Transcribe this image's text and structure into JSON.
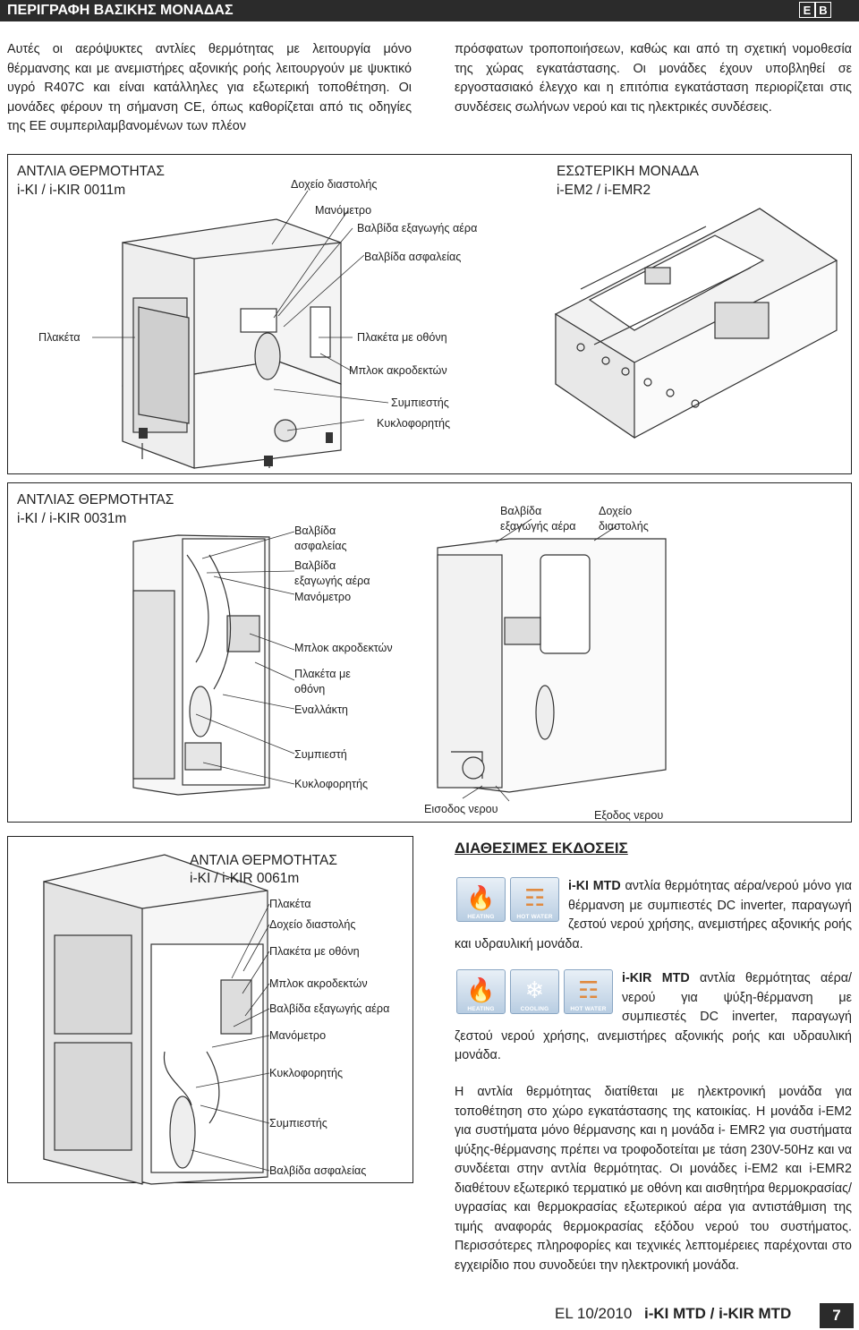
{
  "header": {
    "title": "ΠΕΡΙΓΡΑΦΗ ΒΑΣΙΚΗΣ ΜΟΝΑΔΑΣ",
    "lang_badges": [
      "E",
      "B"
    ]
  },
  "intro": {
    "col1": "Αυτές οι αερόψυκτες αντλίες θερμότητας με λειτουργία μόνο θέρμανσης και με ανεμιστήρες αξονικής ροής λειτουργούν με ψυκτικό υγρό R407C και είναι κατάλληλες για εξωτερική τοποθέτηση. Οι μονάδες φέρουν τη σήμανση CE, όπως καθορίζεται από τις οδηγίες της ΕΕ συμπεριλαμβανομένων των πλέον",
    "col2": "πρόσφατων τροποποιήσεων, καθώς και από τη σχετική νομοθεσία της χώρας εγκατάστασης. Οι μονάδες έχουν υποβληθεί σε εργοστασιακό έλεγχο και η επιτόπια εγκατάσταση περιορίζεται στις συνδέσεις σωλήνων νερού και τις ηλεκτρικές συνδέσεις."
  },
  "section1": {
    "title": "ΑΝΤΛΙΑ ΘΕΡΜΟΤΗΤΑΣ",
    "model": "i-KI / i-KIR 0011m",
    "labels": {
      "expansion_tank": "Δοχείο διαστολής",
      "manometer": "Μανόμετρο",
      "air_vent_valve": "Βαλβίδα εξαγωγής αέρα",
      "safety_valve": "Βαλβίδα ασφαλείας",
      "board": "Πλακέτα",
      "board_display": "Πλακέτα με οθόνη",
      "terminal_block": "Μπλοκ ακροδεκτών",
      "compressor": "Συμπιεστής",
      "circulator": "Κυκλοφορητής"
    },
    "indoor": {
      "title": "ΕΣΩΤΕΡΙΚΗ ΜΟΝΑΔΑ",
      "model": "i-EM2 / i-EMR2"
    }
  },
  "section2": {
    "title": "ΑΝΤΛΙΑΣ ΘΕΡΜΟΤΗΤΑΣ",
    "model": "i-KI / i-KIR 0031m",
    "labels": {
      "safety_valve": "Βαλβίδα ασφαλείας",
      "air_vent_valve": "Βαλβίδα εξαγωγής αέρα",
      "manometer": "Μανόμετρο",
      "terminal_block": "Μπλοκ ακροδεκτών",
      "board_display": "Πλακέτα με οθόνη",
      "exchanger": "Εναλλάκτη",
      "compressor": "Συμπιεστή",
      "circulator": "Κυκλοφορητής",
      "air_vent_valve_r": "Βαλβίδα εξαγωγής αέρα",
      "expansion_tank_r": "Δοχείο διαστολής",
      "water_in": "Εισοδος νερου",
      "water_out": "Εξοδος νερου"
    }
  },
  "section3": {
    "title": "ΑΝΤΛΙΑ ΘΕΡΜΟΤΗΤΑΣ",
    "model": "i-KI / i-KIR 0061m",
    "labels": {
      "board": "Πλακέτα",
      "expansion_tank": "Δοχείο διαστολής",
      "board_display": "Πλακέτα με οθόνη",
      "terminal_block": "Μπλοκ ακροδεκτών",
      "air_vent_valve": "Βαλβίδα εξαγωγής αέρα",
      "manometer": "Μανόμετρο",
      "circulator": "Κυκλοφορητής",
      "compressor": "Συμπιεστής",
      "safety_valve": "Βαλβίδα ασφαλείας"
    }
  },
  "versions": {
    "title": "ΔΙΑΘΕΣΙΜΕΣ ΕΚΔΟΣΕΙΣ",
    "badges": [
      "HEATING",
      "HOT WATER",
      "HEATING",
      "COOLING",
      "HOT WATER"
    ],
    "mtd": {
      "name": "i-KI MTD",
      "text": " αντλία θερμότητας αέρα/νερού μόνο για θέρμανση με συμπιεστές DC inverter, παραγωγή ζεστού νερού χρήσης, ανεμιστήρες αξονικής ροής και υδραυλική μονάδα."
    },
    "kir": {
      "name": "i-KIR MTD",
      "text": " αντλία θερμότητας αέρα/νερού για ψύξη-θέρμανση με συμπιεστές DC inverter, παραγωγή ζεστού νερού χρήσης, ανεμιστήρες αξονικής ροής και υδραυλική μονάδα."
    },
    "paragraph": "Η αντλία θερμότητας διατίθεται με ηλεκτρονική μονάδα για τοποθέτηση στο χώρο εγκατάστασης της κατοικίας. Η μονάδα i-EM2 για συστήματα μόνο θέρμανσης και η μονάδα i- EMR2 για συστήματα ψύξης-θέρμανσης πρέπει να τροφοδοτείται με τάση 230V-50Hz και να συνδέεται στην αντλία θερμότητας. Οι μονάδες i-EM2 και i-EMR2 διαθέτουν εξωτερικό τερματικό με οθόνη και αισθητήρα θερμοκρασίας/υγρασίας και θερμοκρασίας εξωτερικού αέρα για αντιστάθμιση της τιμής αναφοράς θερμοκρασίας εξόδου νερού του συστήματος. Περισσότερες πληροφορίες και τεχνικές λεπτομέρειες παρέχονται στο εγχειρίδιο που συνοδεύει την ηλεκτρονική μονάδα."
  },
  "footer": {
    "edition": "EL 10/2010",
    "models": "i-KI MTD / i-KIR MTD",
    "page_number": "7"
  }
}
